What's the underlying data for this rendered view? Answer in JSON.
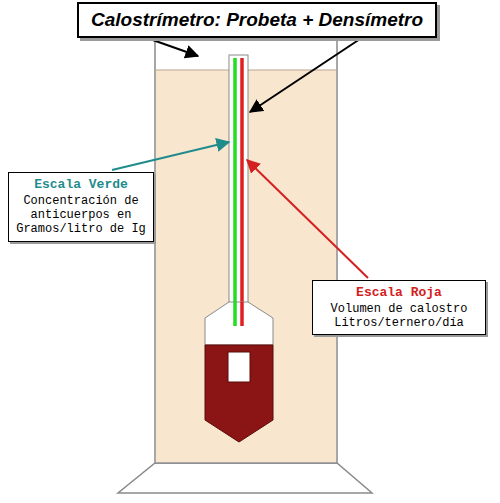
{
  "diagram": {
    "nodes": [
      {
        "text": [
          "Calostrímetro: Probeta + Densímetro"
        ]
      },
      {
        "text": [
          "Escala Verde",
          "Concentración de anticuerpos en Gramos/litro de Ig"
        ]
      },
      {
        "text": [
          "Escala Roja",
          "Volumen de calostro Litros/ternero/día"
        ]
      }
    ]
  }
}
